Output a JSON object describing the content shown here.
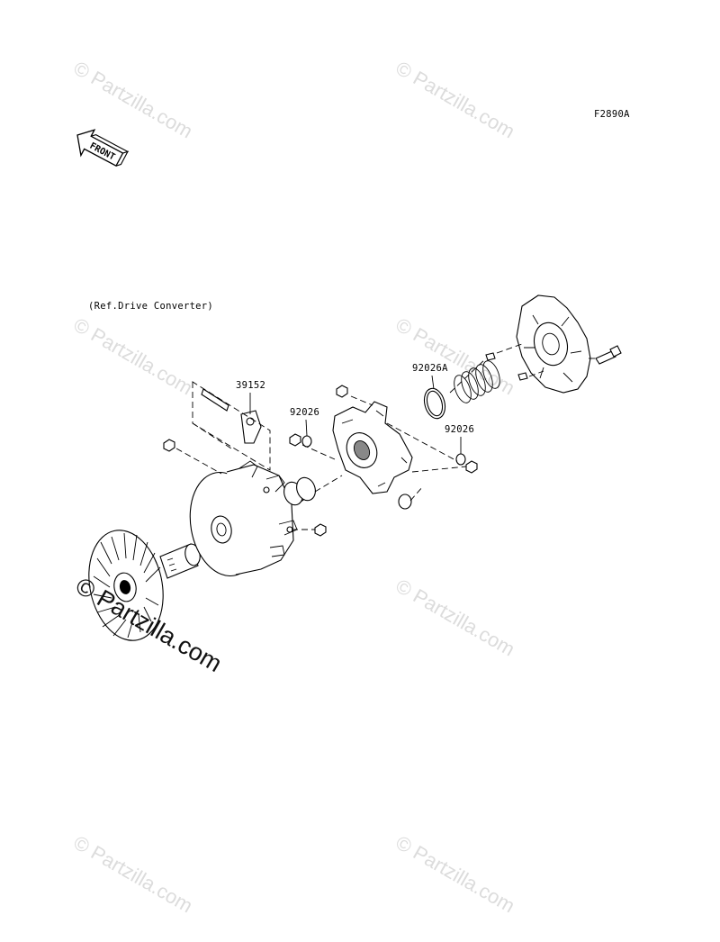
{
  "figure_code": "F2890A",
  "front_label": "FRONT",
  "reference_note": "(Ref.Drive Converter)",
  "watermark_text": "© Partzilla.com",
  "watermark_large_text": "© Partzilla.com",
  "callouts": [
    {
      "id": "39152",
      "label": "39152"
    },
    {
      "id": "92026-left",
      "label": "92026"
    },
    {
      "id": "92026A",
      "label": "92026A"
    },
    {
      "id": "92026-right",
      "label": "92026"
    }
  ],
  "colors": {
    "line": "#000000",
    "watermark": "#dcdcdc",
    "background": "#ffffff"
  }
}
